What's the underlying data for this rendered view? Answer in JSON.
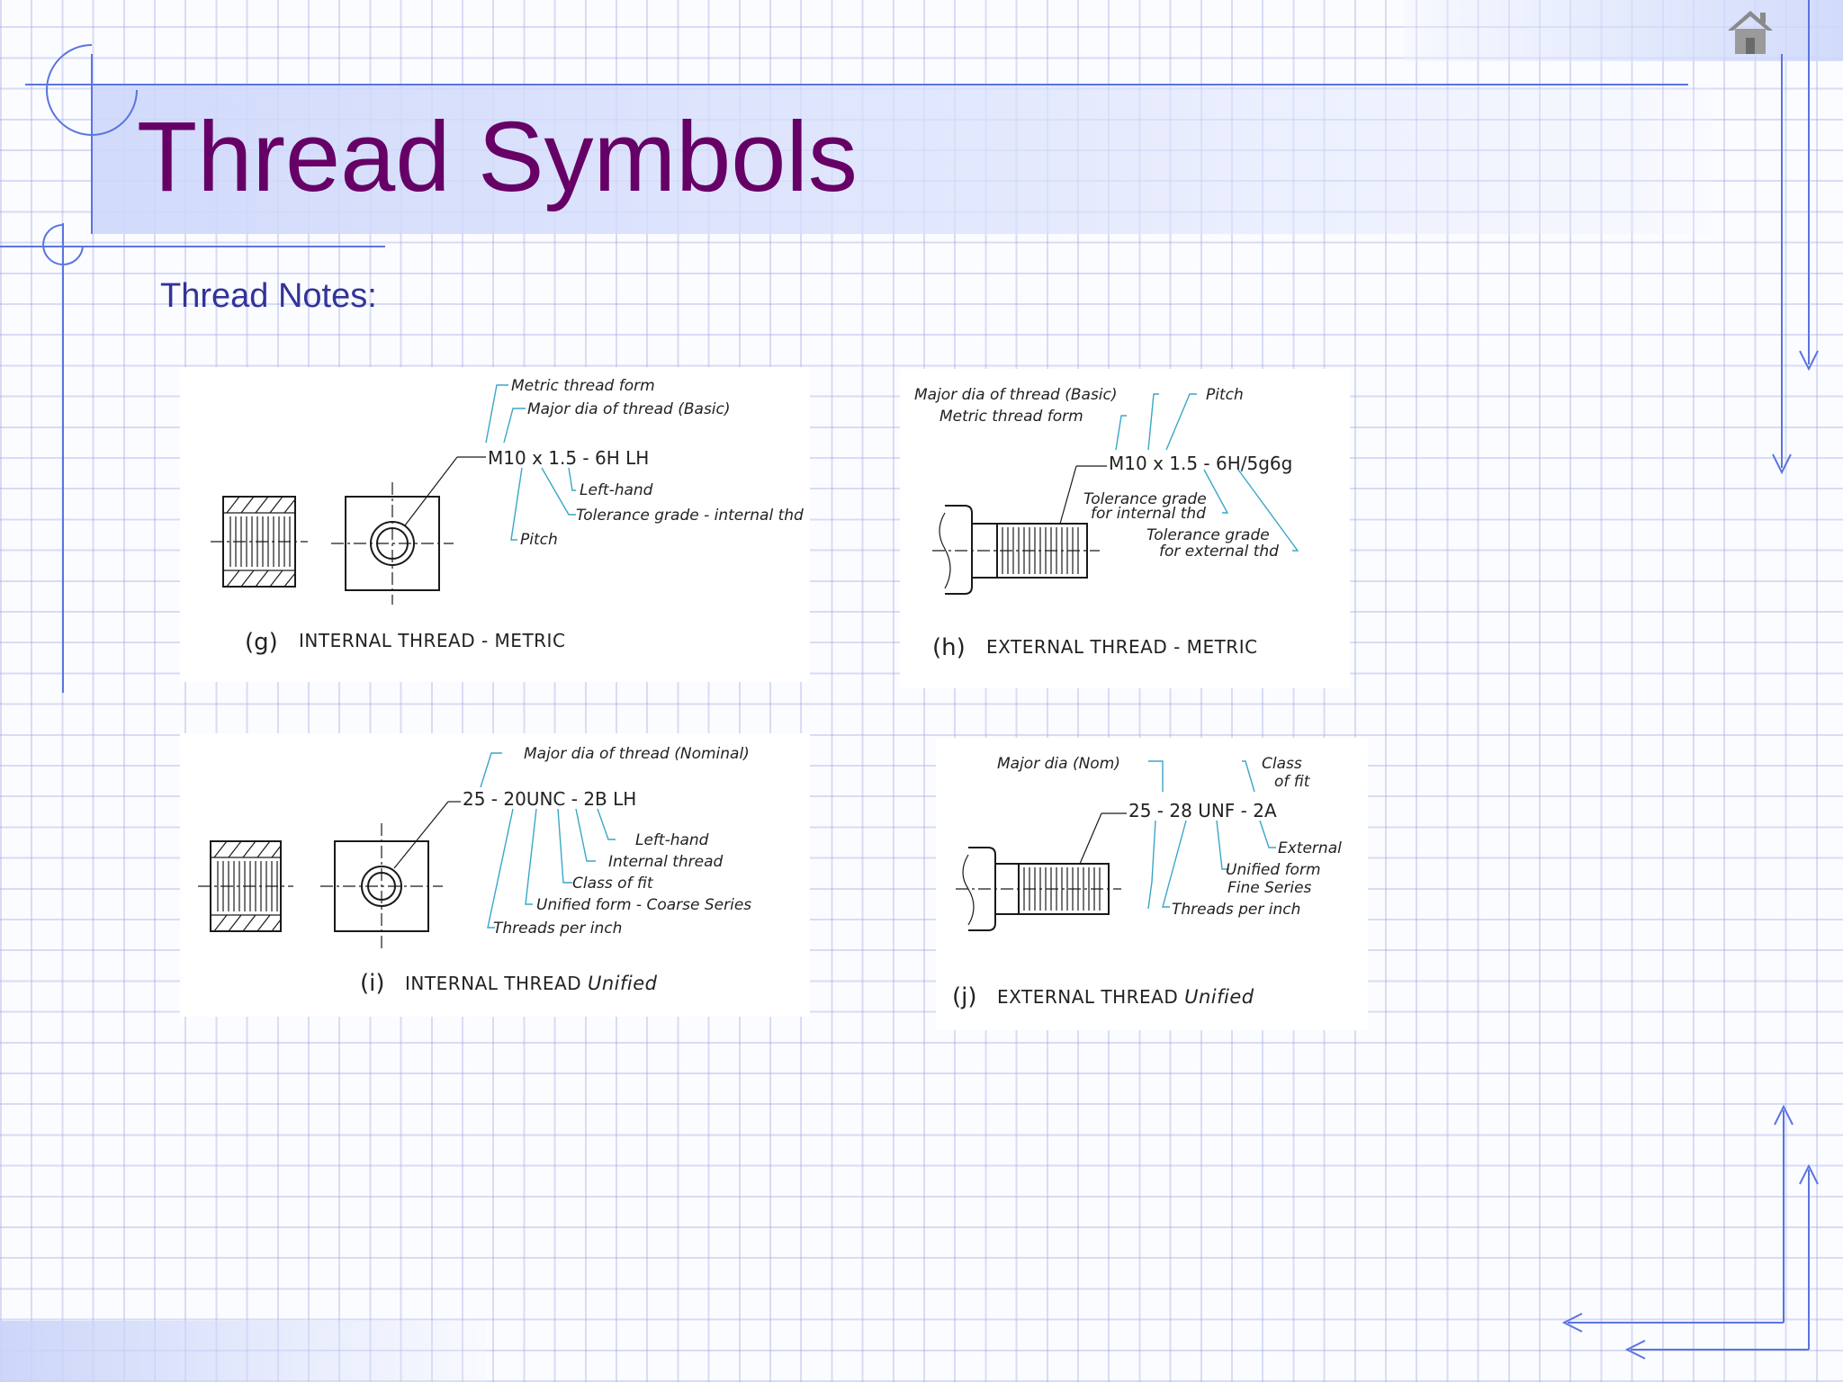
{
  "slide": {
    "title": "Thread Symbols",
    "subtitle": "Thread Notes:"
  },
  "nav": {
    "home_icon": "home-icon"
  },
  "colors": {
    "title": "#660066",
    "subtitle": "#333399",
    "accent": "#5b74e0",
    "leader": "#3aa6c8"
  },
  "figures": {
    "g": {
      "letter": "(g)",
      "caption": "INTERNAL THREAD - METRIC",
      "callout": "M10 x 1.5 - 6H LH",
      "labels": {
        "metric_form": "Metric thread form",
        "major_dia": "Major dia of thread (Basic)",
        "left_hand": "Left-hand",
        "tolerance": "Tolerance grade - internal thd",
        "pitch": "Pitch"
      }
    },
    "h": {
      "letter": "(h)",
      "caption": "EXTERNAL THREAD - METRIC",
      "callout": "M10 x 1.5 - 6H/5g6g",
      "labels": {
        "major_dia": "Major dia of thread (Basic)",
        "pitch": "Pitch",
        "metric_form": "Metric thread form",
        "tol_internal_1": "Tolerance grade",
        "tol_internal_2": "for internal thd",
        "tol_external_1": "Tolerance grade",
        "tol_external_2": "for external thd"
      }
    },
    "i": {
      "letter": "(i)",
      "caption": "INTERNAL THREAD",
      "caption_italic": "Unified",
      "callout": "25 - 20UNC - 2B LH",
      "labels": {
        "major_dia": "Major dia of thread (Nominal)",
        "left_hand": "Left-hand",
        "internal": "Internal thread",
        "class_fit": "Class of fit",
        "unified_coarse": "Unified form - Coarse Series",
        "tpi": "Threads per inch"
      }
    },
    "j": {
      "letter": "(j)",
      "caption": "EXTERNAL THREAD",
      "caption_italic": "Unified",
      "callout": "25 - 28 UNF - 2A",
      "labels": {
        "major_dia": "Major dia (Nom)",
        "class_1": "Class",
        "class_2": "of fit",
        "external": "External",
        "unified_1": "Unified form",
        "unified_2": "Fine Series",
        "tpi": "Threads per inch"
      }
    }
  }
}
